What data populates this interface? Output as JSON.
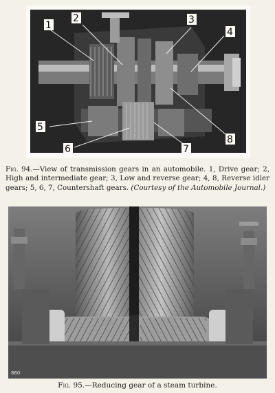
{
  "figure94": {
    "callouts": [
      "1",
      "2",
      "3",
      "4",
      "5",
      "6",
      "7",
      "8"
    ],
    "caption": {
      "label": "Fig. 94.",
      "body": "—View of transmission gears in an automobile. 1, Drive gear; 2, High and intermediate gear; 3, Low and reverse gear; 4, 8, Reverse idler gears; 5, 6, 7, Countershaft gears. ",
      "credit": "(Courtesy of the Automobile Journal.)"
    }
  },
  "figure95": {
    "plate_number": "860",
    "caption": {
      "label": "Fig. 95.",
      "body": "—Reducing gear of a steam turbine."
    }
  }
}
